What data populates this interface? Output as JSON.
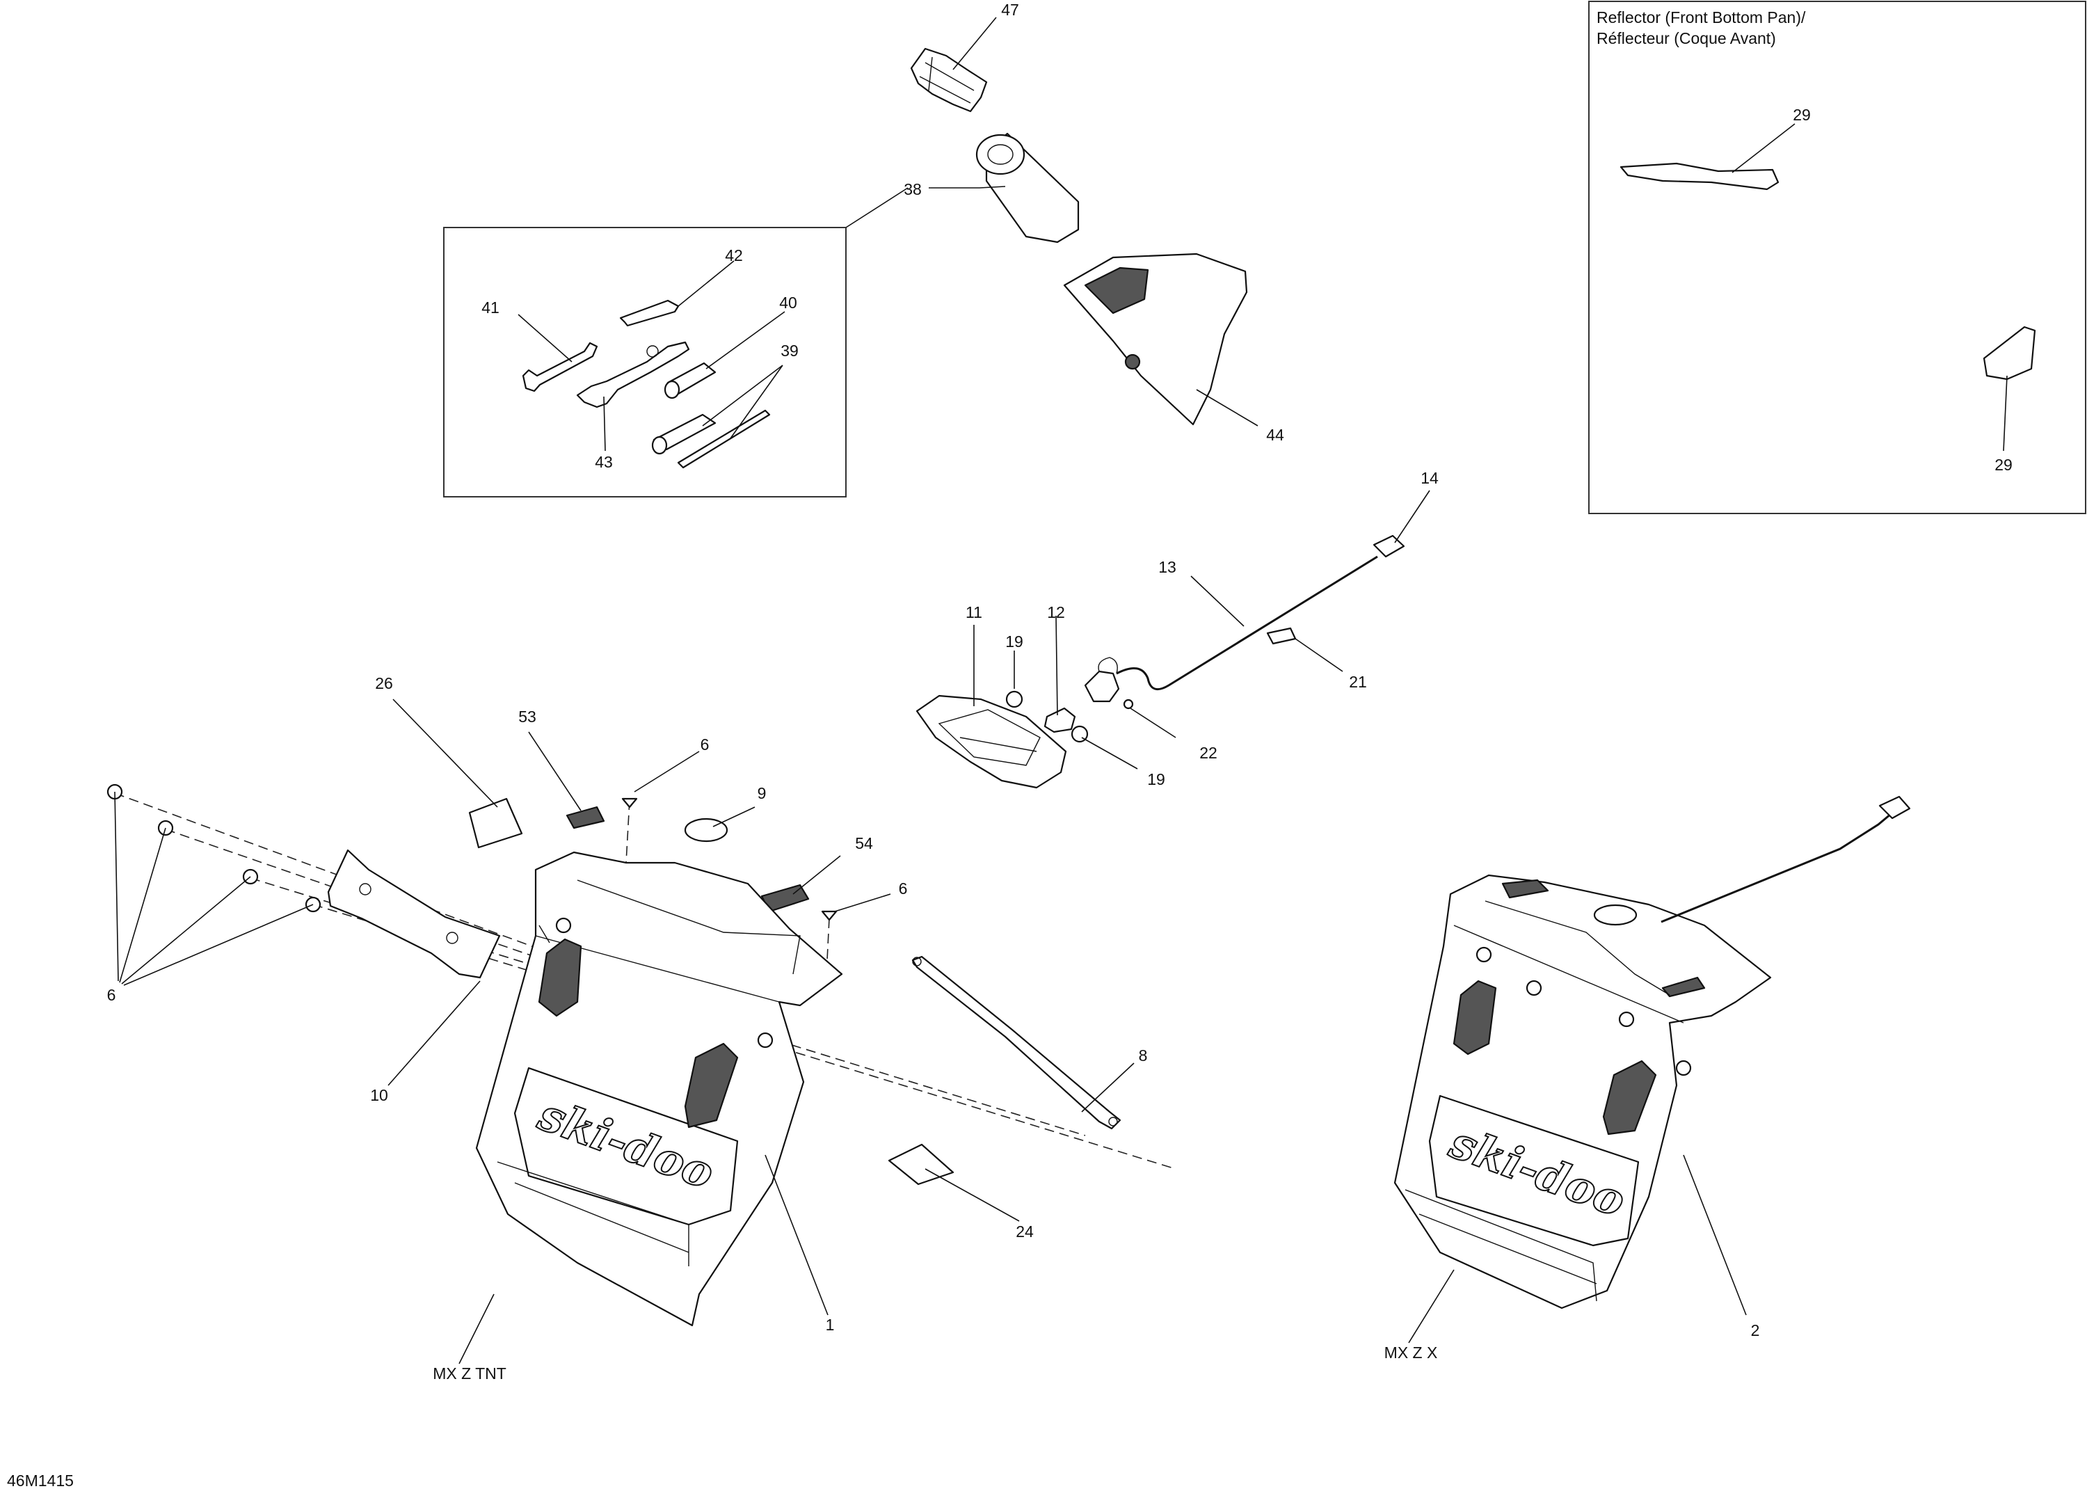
{
  "diagram_code": "46M1415",
  "reflector_title_line1": "Reflector (Front Bottom Pan)/",
  "reflector_title_line2": "Réflecteur (Coque Avant)",
  "variants": {
    "left": "MX Z TNT",
    "right": "MX Z X"
  },
  "brand_text": "ski-doo",
  "callouts": {
    "c47": "47",
    "c38": "38",
    "c42": "42",
    "c41": "41",
    "c40": "40",
    "c39": "39",
    "c43": "43",
    "c44": "44",
    "c29a": "29",
    "c29b": "29",
    "c14": "14",
    "c13": "13",
    "c11": "11",
    "c12": "12",
    "c19a": "19",
    "c19b": "19",
    "c21": "21",
    "c22": "22",
    "c26": "26",
    "c53": "53",
    "c6a": "6",
    "c9": "9",
    "c54": "54",
    "c6b": "6",
    "c6c": "6",
    "c10": "10",
    "c8": "8",
    "c24": "24",
    "c1": "1",
    "c2": "2"
  }
}
